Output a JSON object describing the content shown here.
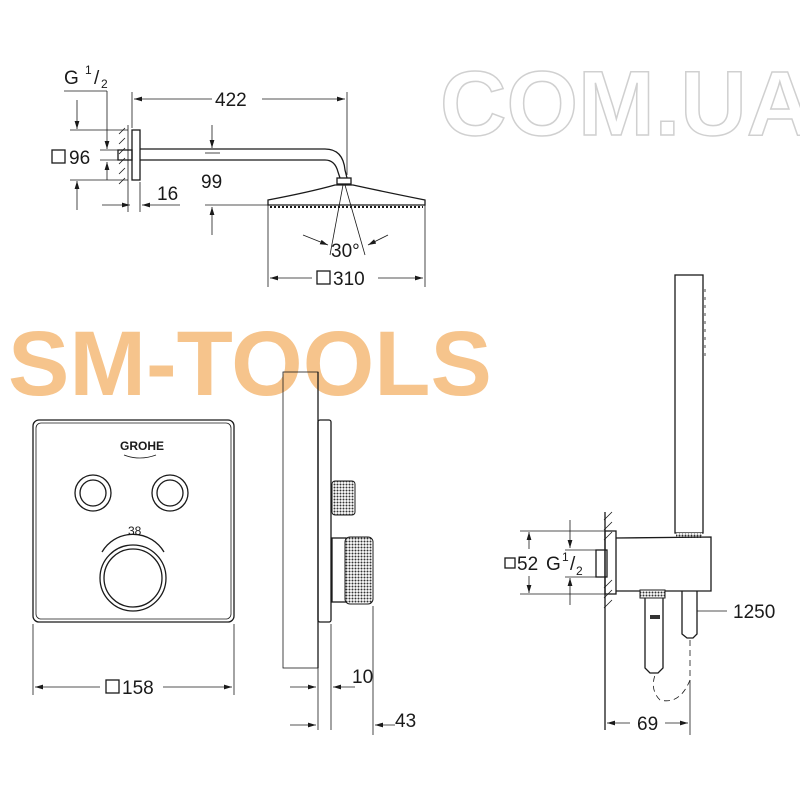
{
  "drawing": {
    "head_shower": {
      "thread_label": "G",
      "thread_fraction_num": "1",
      "thread_fraction_den": "2",
      "arm_length": "422",
      "flange_size": "96",
      "flange_depth": "16",
      "drop_height": "99",
      "spray_angle": "30°",
      "head_size": "310"
    },
    "control_panel": {
      "brand_logo": "GROHE",
      "temperature_mark": "38",
      "panel_size": "158"
    },
    "side_section": {
      "plate_projection": "10",
      "knob_projection": "43"
    },
    "hand_shower": {
      "outlet_size": "52",
      "thread_label": "G",
      "thread_fraction_num": "1",
      "thread_fraction_den": "2",
      "hose_length": "1250",
      "outlet_depth": "69"
    },
    "watermark": {
      "line1": "SM-TOOLS",
      "line2": "COM.UA"
    }
  },
  "colors": {
    "line": "#1a1a1a",
    "watermark_orange": "#f6c48c",
    "watermark_gray": "#d6d6d6"
  }
}
